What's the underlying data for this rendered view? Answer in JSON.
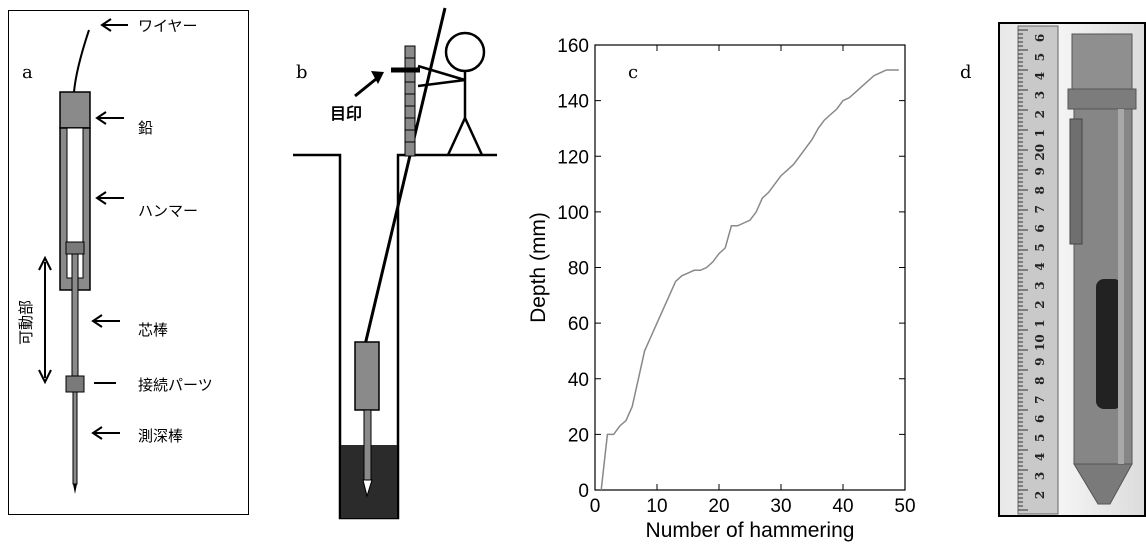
{
  "panels": {
    "a": {
      "letter": "a",
      "labels": {
        "wire": "ワイヤー",
        "lead": "鉛",
        "hammer": "ハンマー",
        "core_rod": "芯棒",
        "connector": "接続パーツ",
        "sounding_rod": "測深棒",
        "movable_part": "可動部"
      }
    },
    "b": {
      "letter": "b",
      "mark_label": "目印"
    },
    "c": {
      "letter": "c"
    },
    "d": {
      "letter": "d",
      "ruler_digits": [
        "6",
        "5",
        "4",
        "3",
        "2",
        "1",
        "20",
        "9",
        "8",
        "7",
        "6",
        "5",
        "4",
        "3",
        "2",
        "1",
        "10",
        "9",
        "8",
        "7",
        "6",
        "5",
        "4",
        "3",
        "2"
      ]
    }
  },
  "chart_data": {
    "type": "line",
    "xlabel": "Number of hammering",
    "ylabel": "Depth (mm)",
    "xlim": [
      0,
      50
    ],
    "ylim": [
      0,
      160
    ],
    "xticks": [
      0,
      10,
      20,
      30,
      40,
      50
    ],
    "yticks": [
      0,
      20,
      40,
      60,
      80,
      100,
      120,
      140,
      160
    ],
    "y_inverted": false,
    "grid": false,
    "series": [
      {
        "x": [
          1,
          2,
          3,
          4,
          5,
          6,
          7,
          8,
          9,
          10,
          11,
          12,
          13,
          14,
          15,
          16,
          17,
          18,
          19,
          20,
          21,
          22,
          23,
          24,
          25,
          26,
          27,
          28,
          29,
          30,
          31,
          32,
          33,
          34,
          35,
          36,
          37,
          38,
          39,
          40,
          41,
          42,
          43,
          44,
          45,
          46,
          47,
          48,
          49
        ],
        "y": [
          0,
          20,
          20,
          23,
          25,
          30,
          40,
          50,
          55,
          60,
          65,
          70,
          75,
          77,
          78,
          79,
          79,
          80,
          82,
          85,
          87,
          95,
          95,
          96,
          97,
          100,
          105,
          107,
          110,
          113,
          115,
          117,
          120,
          123,
          126,
          130,
          133,
          135,
          137,
          140,
          141,
          143,
          145,
          147,
          149,
          150,
          151,
          151,
          151
        ]
      }
    ],
    "line_color": "#888888"
  }
}
